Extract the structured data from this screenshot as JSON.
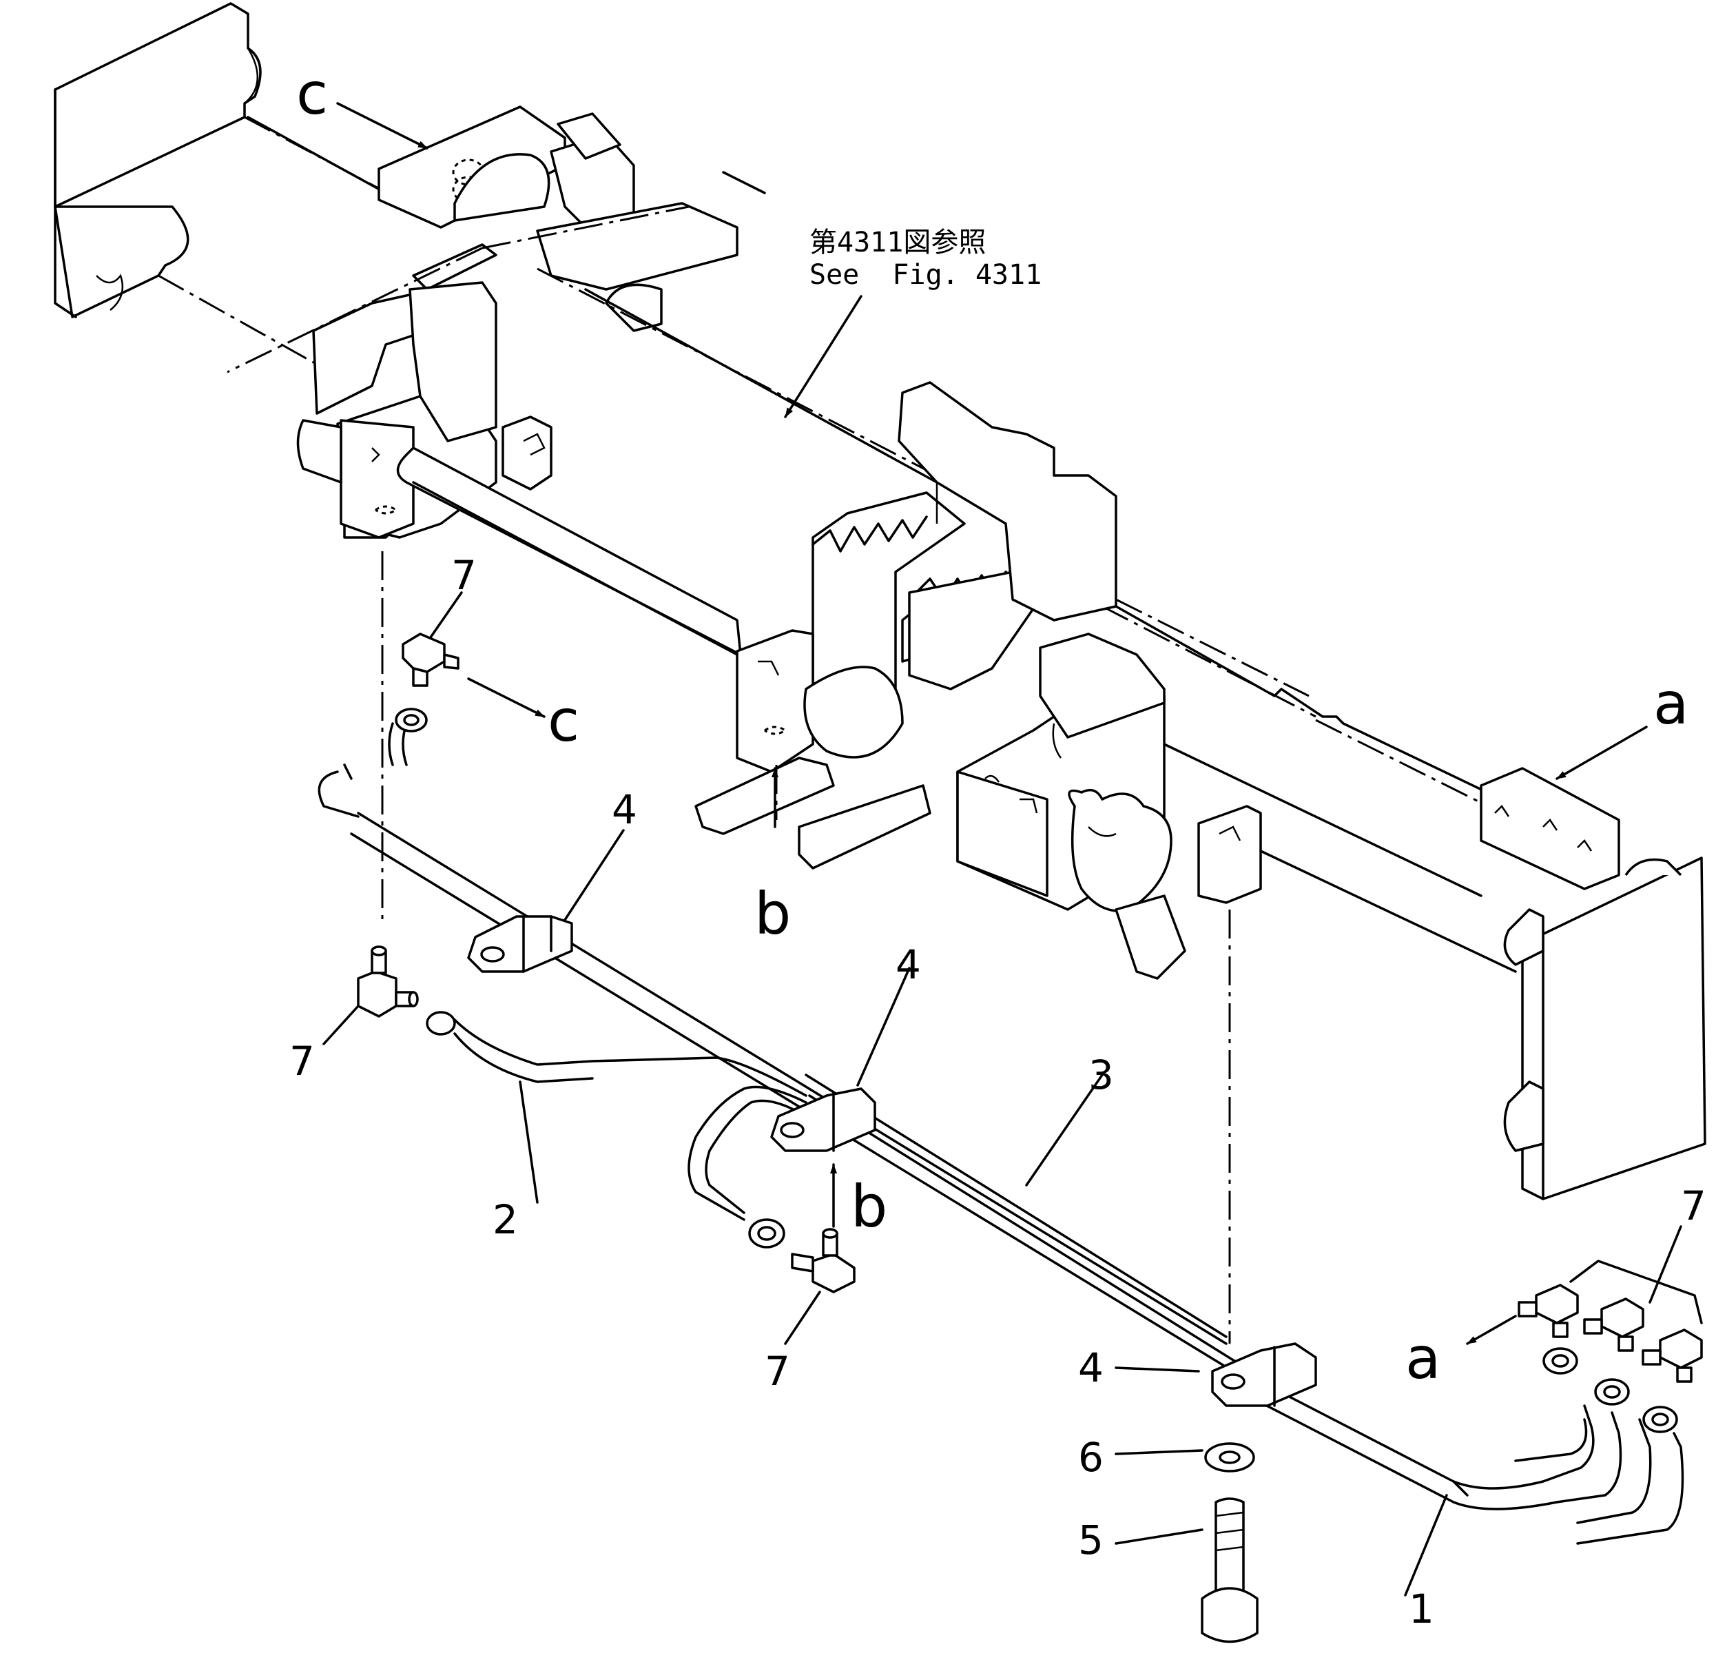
{
  "figure_reference": {
    "jp": "第4311図参照",
    "en": "See  Fig. 4311"
  },
  "view_markers": {
    "a_upper": "a",
    "a_lower": "a",
    "b_upper": "b",
    "b_lower": "b",
    "c_upper": "c",
    "c_lower": "c"
  },
  "part_callouts": {
    "p1": "1",
    "p2": "2",
    "p3": "3",
    "p4_upper": "4",
    "p4_middle": "4",
    "p4_lower": "4",
    "p5": "5",
    "p6": "6",
    "p7_upper_left": "7",
    "p7_left": "7",
    "p7_center": "7",
    "p7_right": "7"
  }
}
